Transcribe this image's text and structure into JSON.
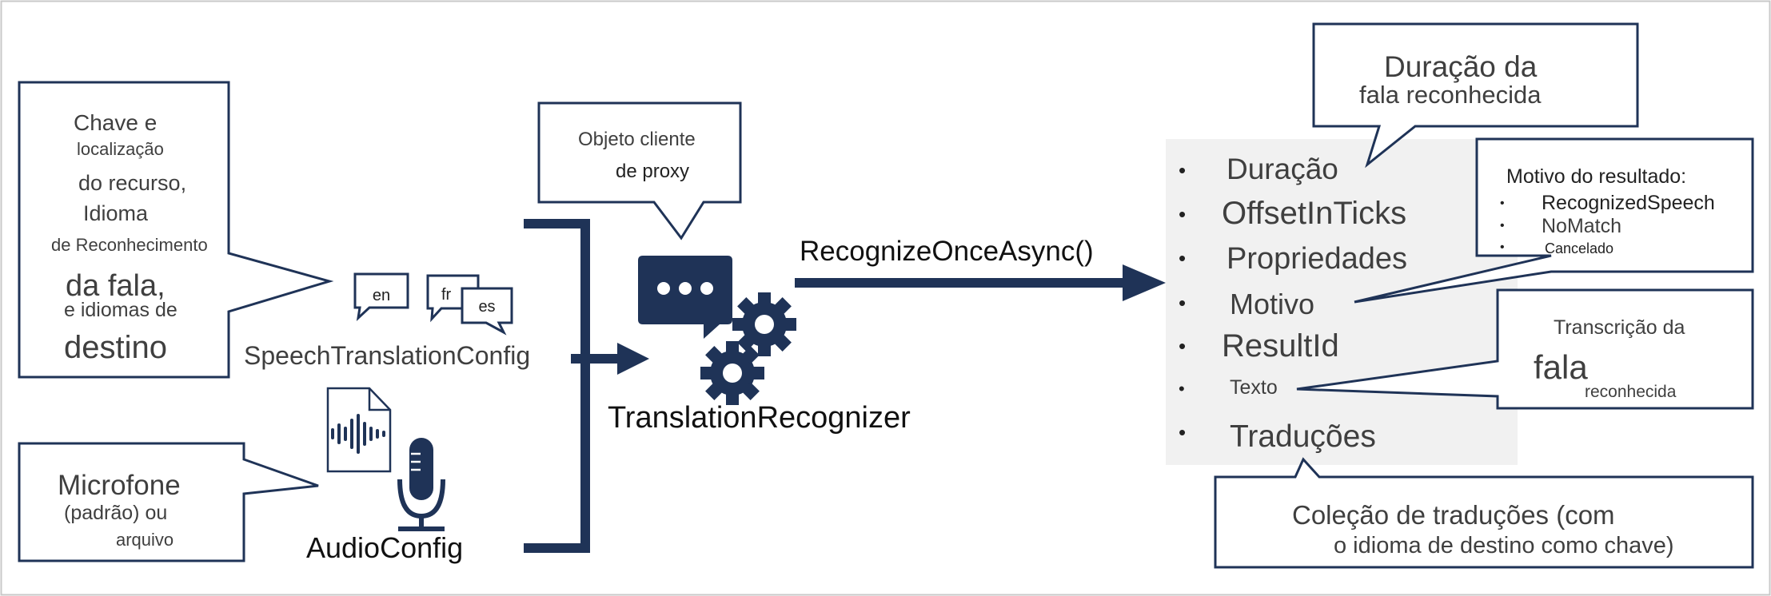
{
  "colors": {
    "navy": "#1f3357",
    "text": "#3f3f3f",
    "panel": "#f1f1f1",
    "frame": "#c9c9c9"
  },
  "callouts": {
    "key": {
      "line1": "Chave e",
      "line2": "localização",
      "line3": "do recurso,",
      "line4": "Idioma",
      "line5": "de Reconhecimento",
      "line6": "da fala,",
      "line7": "e idiomas de",
      "line8": "destino"
    },
    "mic": {
      "line1": "Microfone",
      "line2": "(padrão) ou",
      "line3": "arquivo"
    },
    "proxy": {
      "line1": "Objeto cliente",
      "line2": "de proxy"
    },
    "duration": {
      "line1": "Duração da",
      "line2": "fala reconhecida"
    },
    "reason": {
      "title": "Motivo do resultado:",
      "items": [
        "RecognizedSpeech",
        "NoMatch",
        "Cancelado"
      ]
    },
    "transcript": {
      "line1": "Transcrição da",
      "line2": "fala",
      "line3": "reconhecida"
    },
    "translations": {
      "line1": "Coleção de traduções (com",
      "line2": "o idioma de destino como chave)"
    }
  },
  "lang_bubbles": [
    "en",
    "fr",
    "es"
  ],
  "labels": {
    "speech_config": "SpeechTranslationConfig",
    "audio_config": "AudioConfig",
    "recognizer": "TranslationRecognizer",
    "method": "RecognizeOnceAsync()"
  },
  "result_props": [
    "Duração",
    "OffsetInTicks",
    "Propriedades",
    "Motivo",
    "ResultId",
    "Texto",
    "Traduções"
  ],
  "icons": {
    "chat": "chat-dots-icon",
    "gears": "gears-icon",
    "file": "audio-file-icon",
    "mic": "microphone-icon"
  }
}
